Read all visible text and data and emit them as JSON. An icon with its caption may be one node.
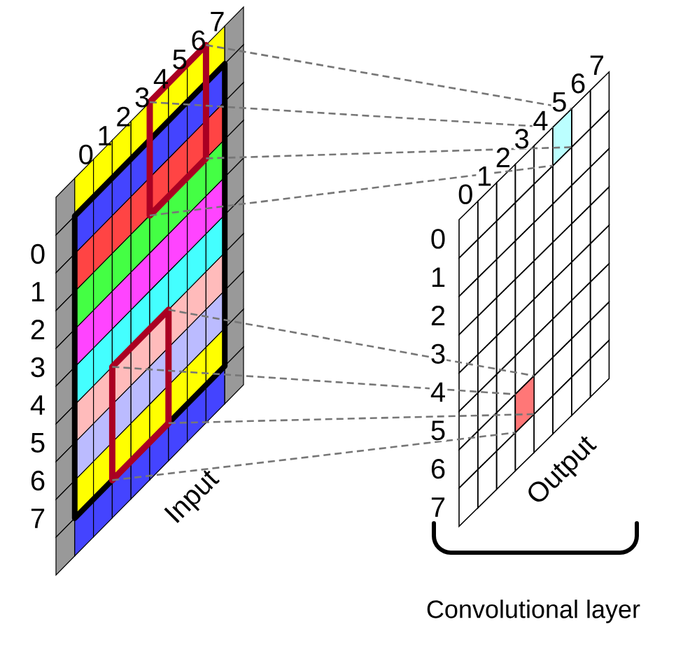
{
  "diagram": {
    "nodes": [
      {
        "text": [
          "Input"
        ]
      },
      {
        "text": [],
        "shape": "box",
        "in": 0
      },
      {
        "text": [],
        "shape": "box",
        "in": 0
      },
      {
        "text": [
          "Output"
        ]
      },
      {
        "text": [],
        "shape": "box",
        "in": 3
      },
      {
        "text": [],
        "shape": "box",
        "in": 3
      }
    ],
    "edges": [
      {
        "from": 1,
        "to": 4,
        "arrow": "none",
        "style": "dashed"
      },
      {
        "from": 1,
        "to": 4,
        "arrow": "none",
        "style": "dashed"
      },
      {
        "from": 1,
        "to": 4,
        "arrow": "none",
        "style": "dashed"
      },
      {
        "from": 1,
        "to": 4,
        "arrow": "none",
        "style": "dashed"
      },
      {
        "from": 2,
        "to": 5,
        "arrow": "none",
        "style": "dashed"
      },
      {
        "from": 2,
        "to": 5,
        "arrow": "none",
        "style": "dashed"
      },
      {
        "from": 2,
        "to": 5,
        "arrow": "none",
        "style": "dashed"
      },
      {
        "from": 2,
        "to": 5,
        "arrow": "none",
        "style": "dashed"
      }
    ],
    "labels": [
      "0",
      "1",
      "2",
      "3",
      "4",
      "5",
      "6",
      "7",
      "0",
      "1",
      "2",
      "3",
      "4",
      "5",
      "6",
      "7",
      "0",
      "1",
      "2",
      "3",
      "4",
      "5",
      "6",
      "7",
      "0",
      "1",
      "2",
      "3",
      "4",
      "5",
      "6",
      "7",
      "Convolutional layer"
    ]
  }
}
